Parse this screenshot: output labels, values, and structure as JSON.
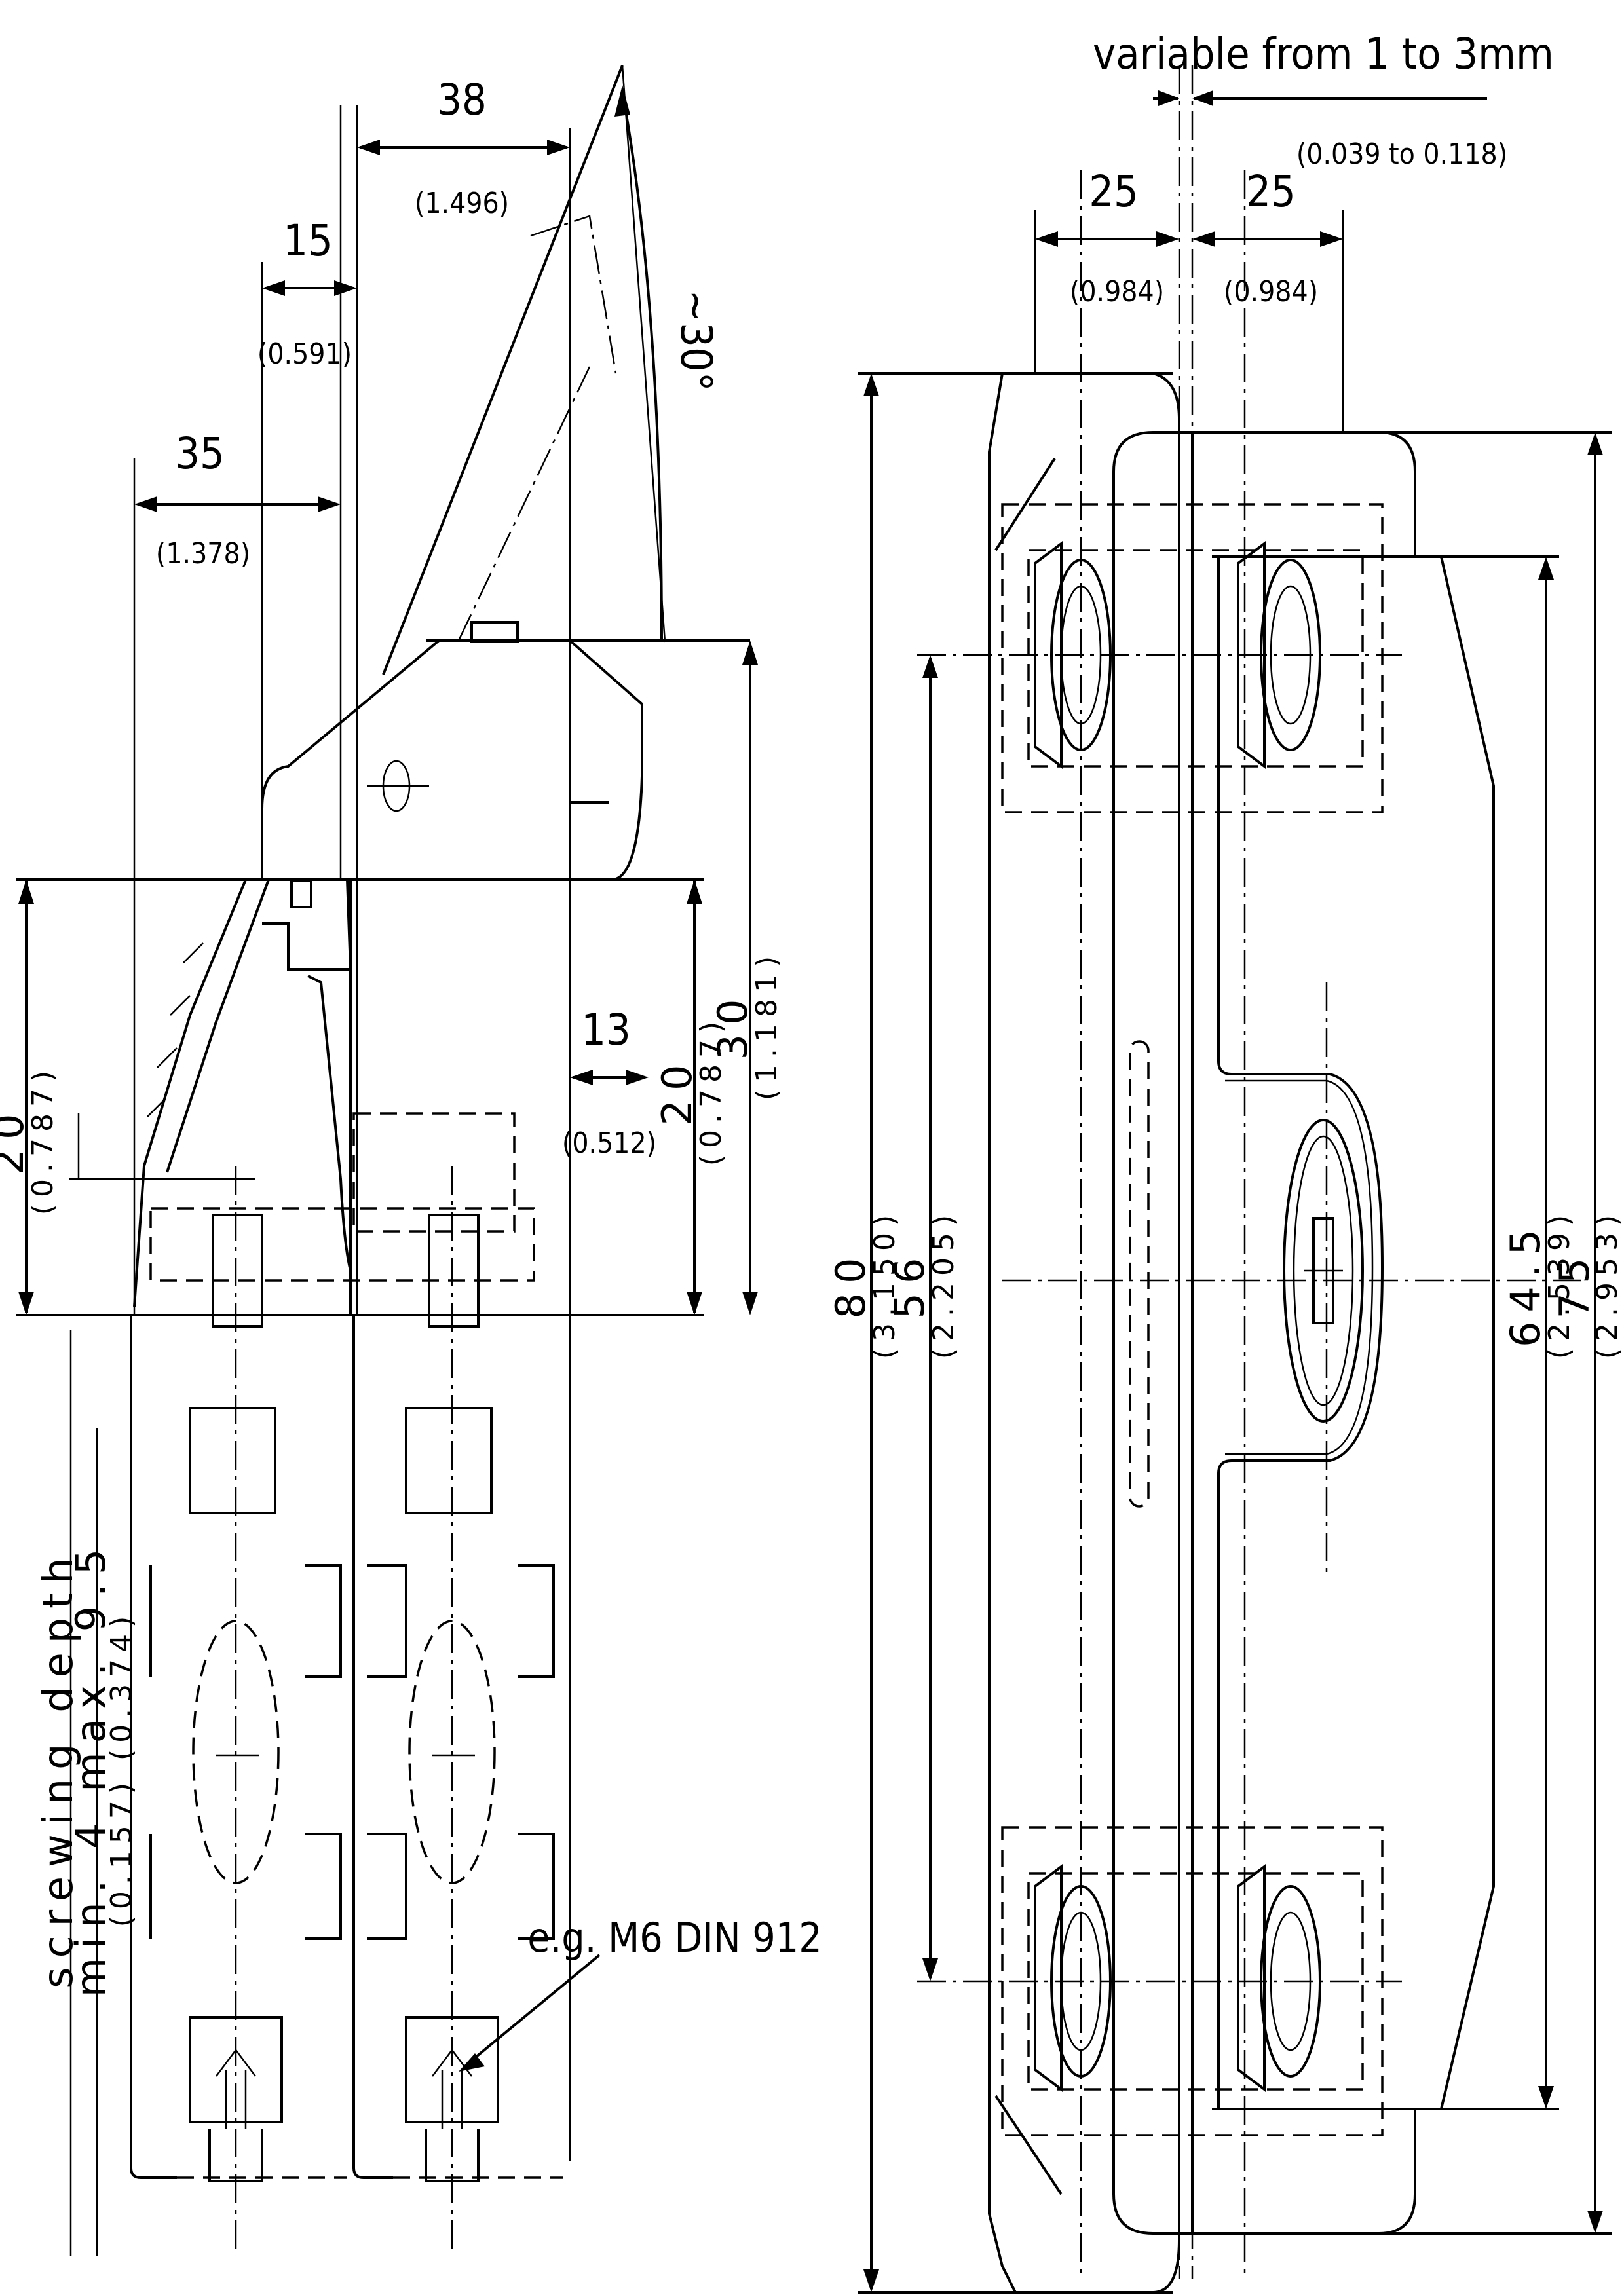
{
  "left_view": {
    "dim_35": "35",
    "dim_35_in": "(1.378)",
    "dim_15": "15",
    "dim_15_in": "(0.591)",
    "dim_38": "38",
    "dim_38_in": "(1.496)",
    "angle": "~30°",
    "dim_20_left": "20",
    "dim_20_left_in": "(0.787)",
    "dim_13": "13",
    "dim_13_in": "(0.512)",
    "dim_20_right": "20",
    "dim_20_right_in": "(0.787)",
    "dim_30": "30",
    "dim_30_in": "(1.181)",
    "screwing_line1": "screwing depth",
    "screwing_line2": "min. 4 max. 9.5",
    "screwing_line3": "(0.157)   (0.374)",
    "screw_note": "e.g. M6 DIN 912"
  },
  "right_view": {
    "variable_note": "variable from 1 to 3mm",
    "variable_note_in": "(0.039 to 0.118)",
    "dim_25_a": "25",
    "dim_25_a_in": "(0.984)",
    "dim_25_b": "25",
    "dim_25_b_in": "(0.984)",
    "dim_80": "80",
    "dim_80_in": "(3.150)",
    "dim_56": "56",
    "dim_56_in": "(2.205)",
    "dim_64_5": "64.5",
    "dim_64_5_in": "(2.539)",
    "dim_75": "75",
    "dim_75_in": "(2.953)"
  }
}
